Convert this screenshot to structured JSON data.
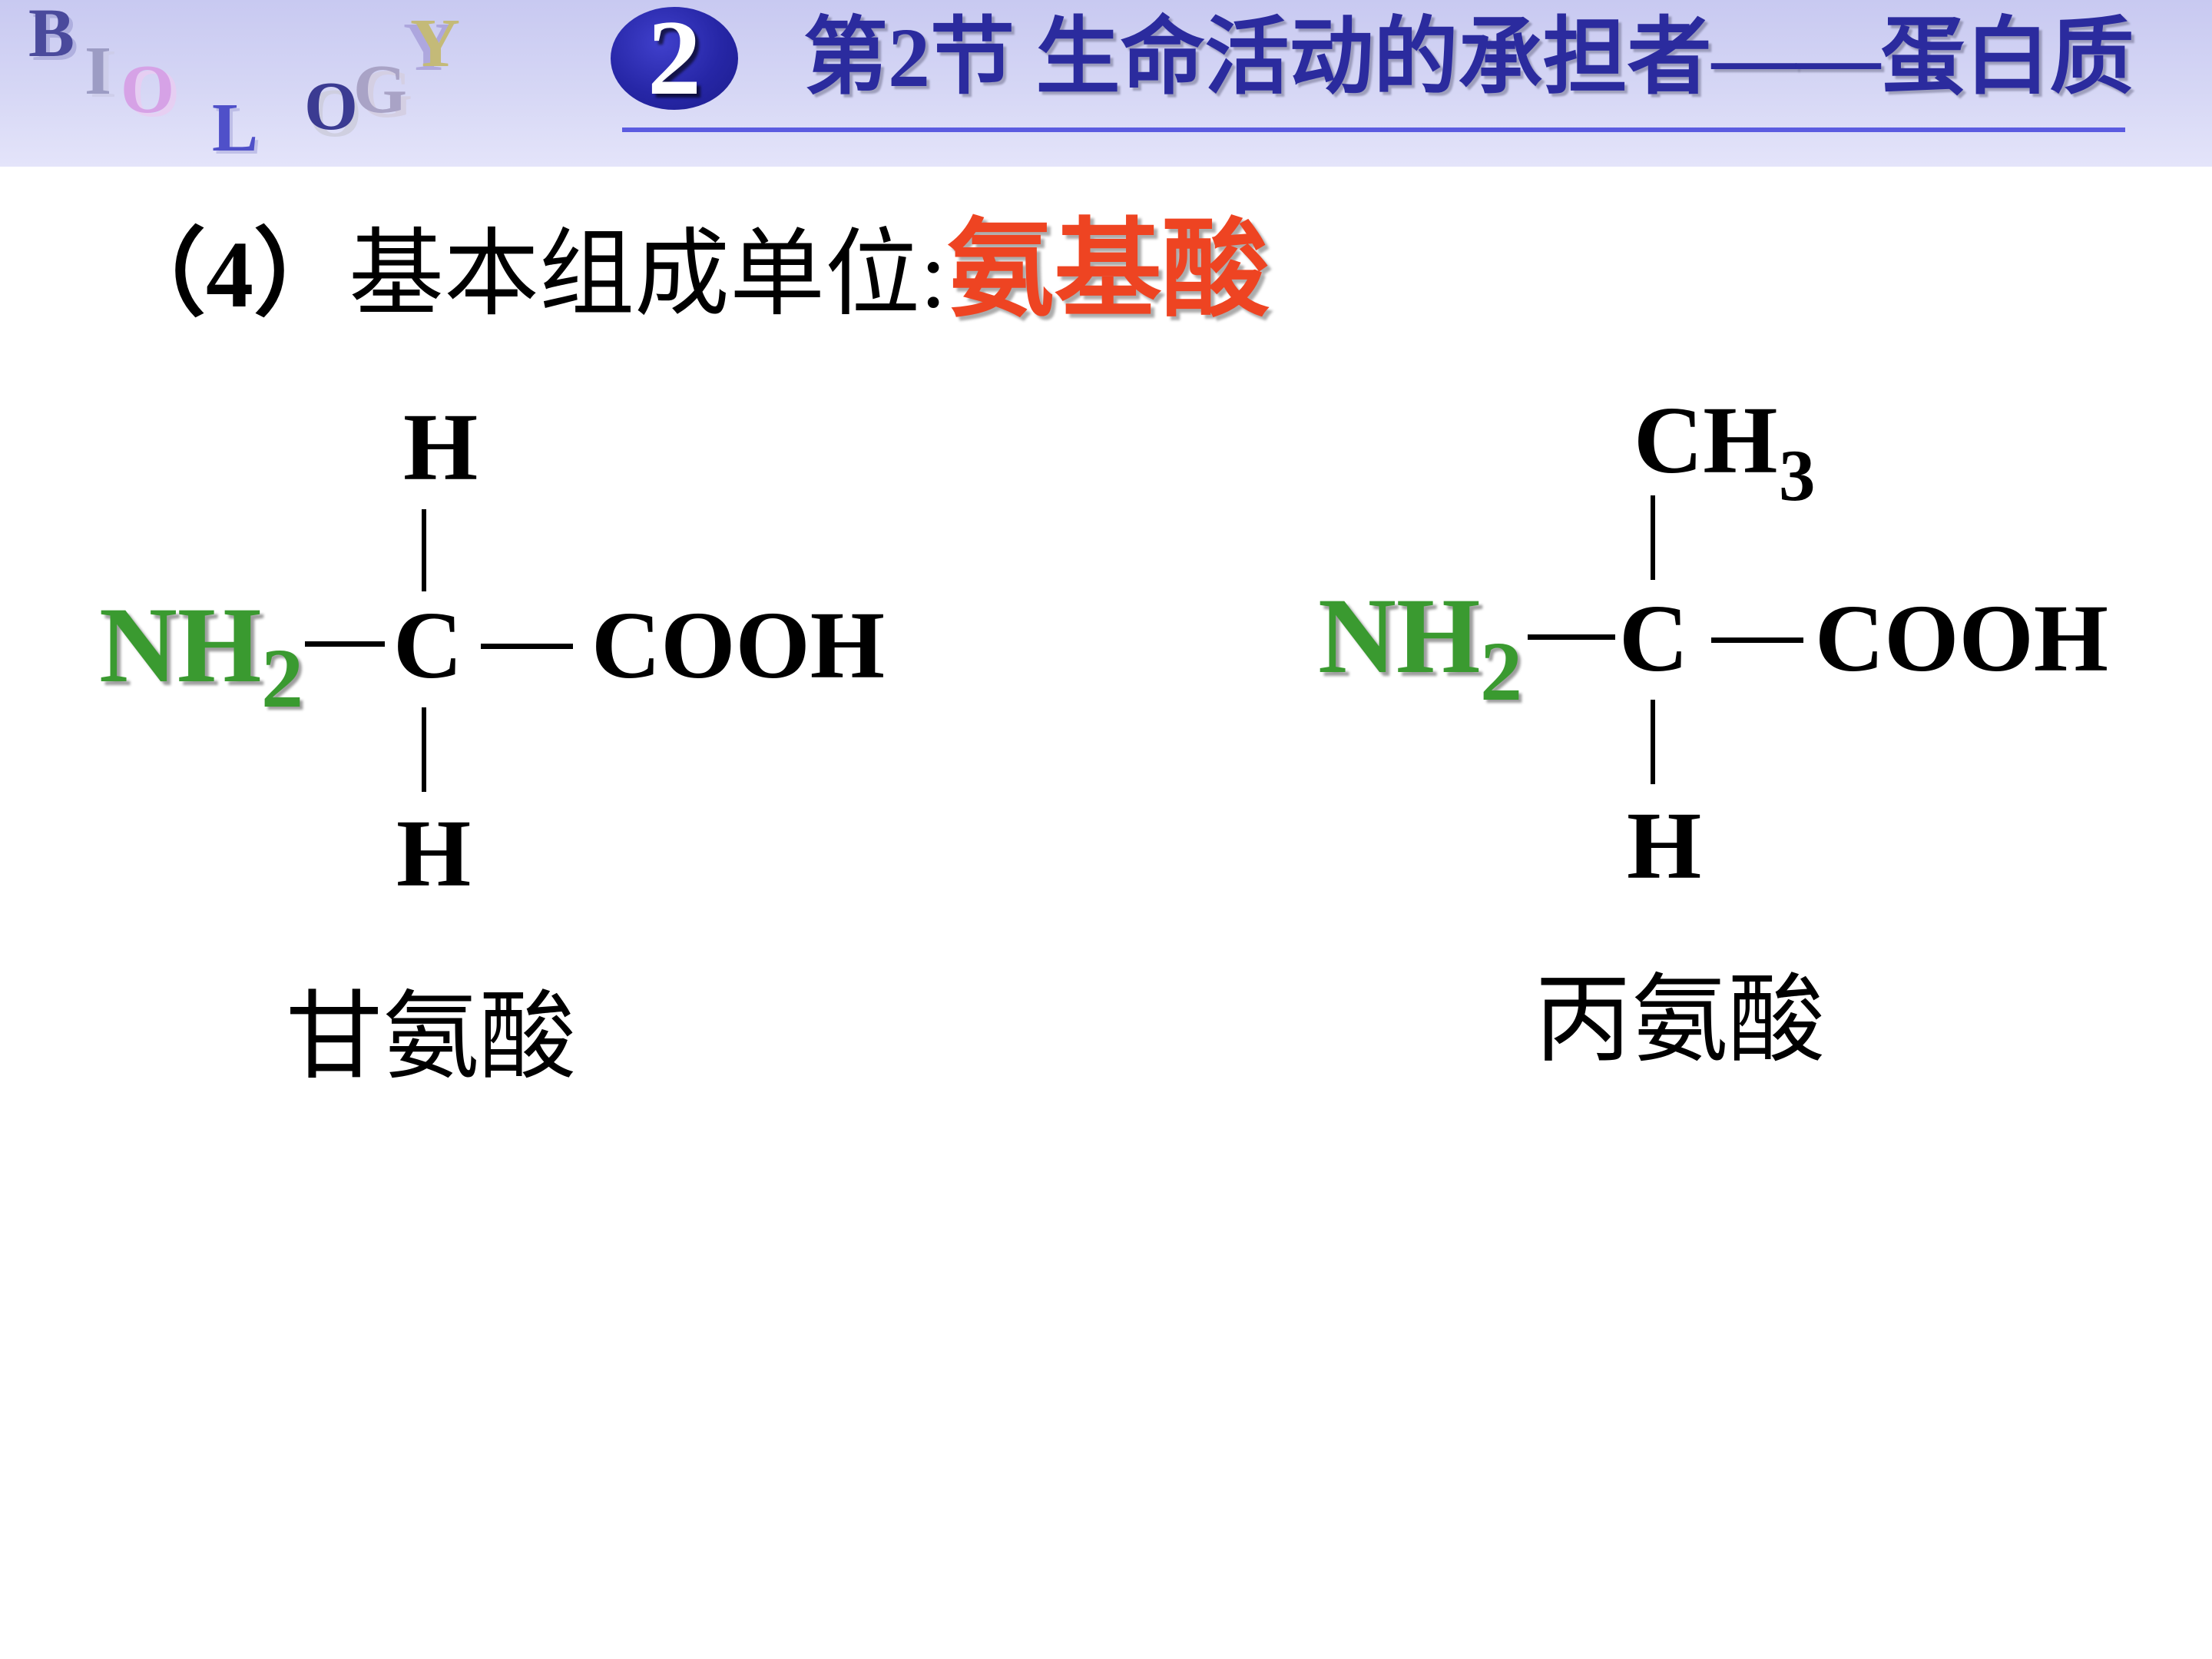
{
  "logo": {
    "letters": [
      "B",
      "I",
      "O",
      "L",
      "O",
      "G",
      "Y"
    ]
  },
  "header": {
    "section_badge": "2",
    "title": "第2节 生命活动的承担者——蛋白质"
  },
  "heading": {
    "index": "（4）",
    "label": "基本组成单位:",
    "highlight": "氨基酸"
  },
  "molecules": [
    {
      "name": "甘氨酸",
      "top_group": "H",
      "amino_group": "NH",
      "amino_subscript": "2",
      "center_atom": "C",
      "carboxyl_group": "COOH",
      "bottom_group": "H"
    },
    {
      "name": "丙氨酸",
      "top_group": "CH",
      "top_subscript": "3",
      "amino_group": "NH",
      "amino_subscript": "2",
      "center_atom": "C",
      "carboxyl_group": "COOH",
      "bottom_group": "H"
    }
  ],
  "colors": {
    "title": "#2b2b9e",
    "highlight": "#ee4422",
    "amino_group": "#3a9a30",
    "body_text": "#000000",
    "underline": "#5b5be0",
    "badge": "#2626a6"
  }
}
